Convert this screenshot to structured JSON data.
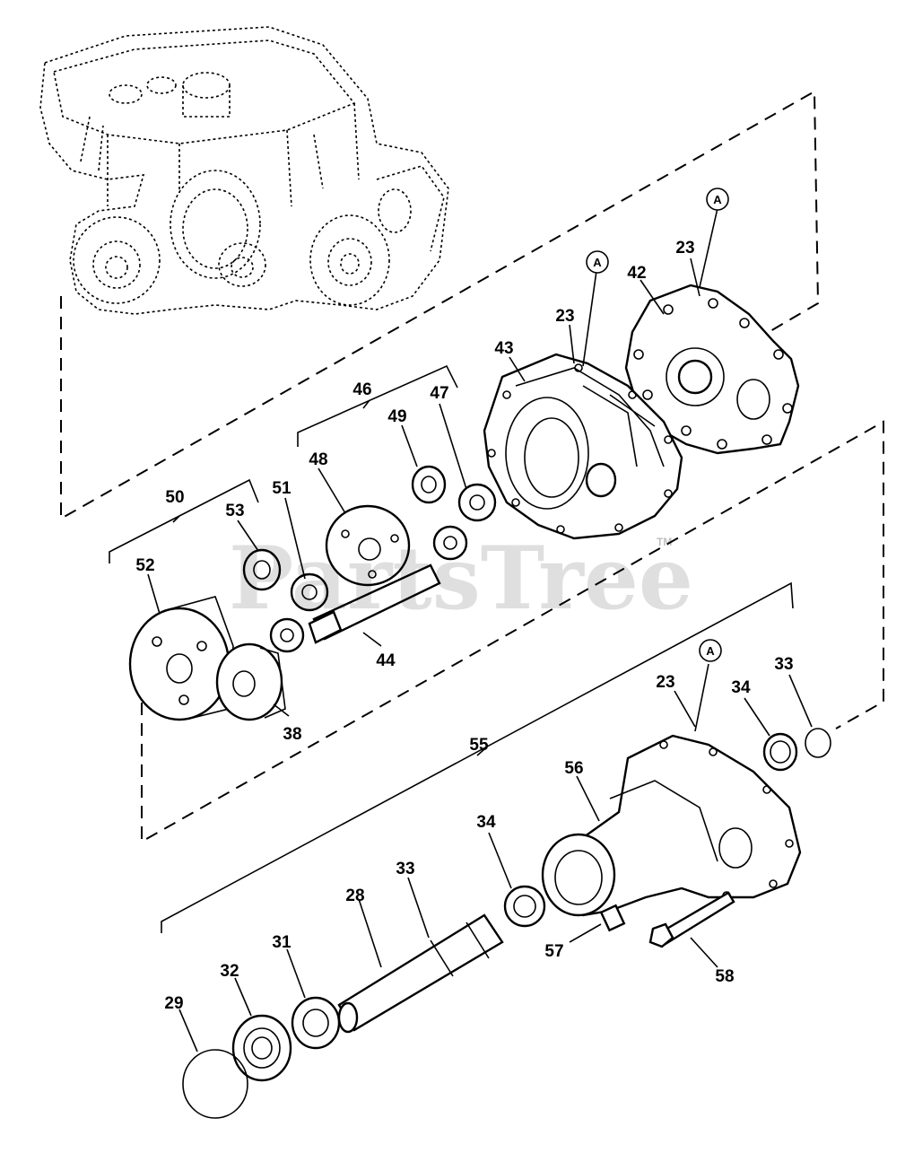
{
  "watermark": {
    "text": "PartsTree",
    "tm": "TM"
  },
  "callout_letter": "A",
  "part_labels": {
    "p23a": "23",
    "p23b": "23",
    "p23c": "23",
    "p42": "42",
    "p43": "43",
    "p46": "46",
    "p47": "47",
    "p48": "48",
    "p49": "49",
    "p50": "50",
    "p51": "51",
    "p52": "52",
    "p53": "53",
    "p44": "44",
    "p38": "38",
    "p55": "55",
    "p56": "56",
    "p33a": "33",
    "p33b": "33",
    "p34a": "34",
    "p34b": "34",
    "p57": "57",
    "p58": "58",
    "p28": "28",
    "p31": "31",
    "p32": "32",
    "p29": "29"
  }
}
